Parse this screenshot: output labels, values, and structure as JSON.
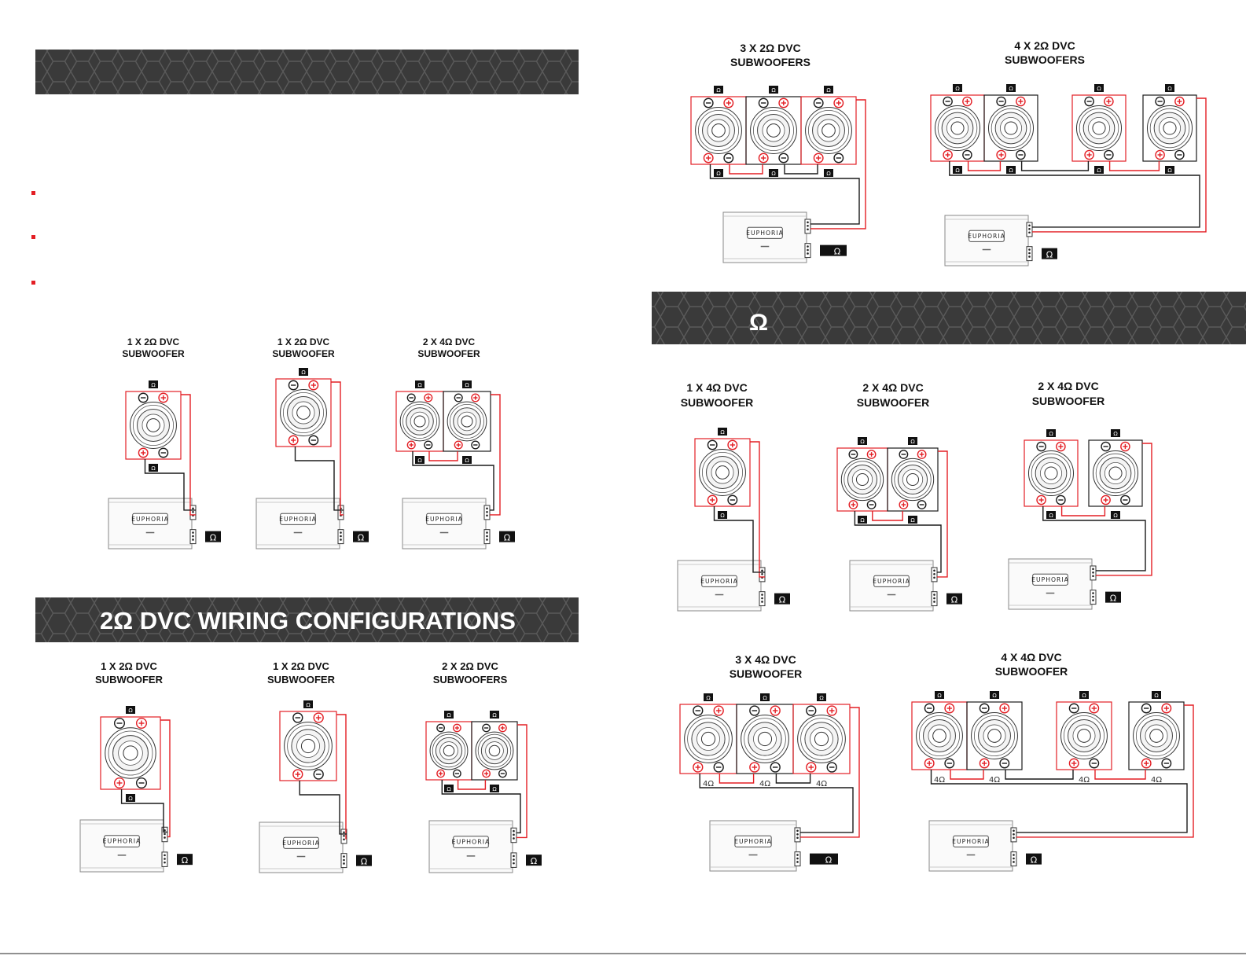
{
  "colors": {
    "accent_red": "#e31e24",
    "wire_black": "#1a1a1a",
    "banner_bg": "#3a3a3a",
    "hex_line": "#5a5a5a",
    "tag_bg": "#111111"
  },
  "page": {
    "banner_top": {
      "title": ""
    },
    "banner_left_bottom": {
      "title": "2Ω DVC WIRING CONFIGURATIONS"
    },
    "banner_right_mid": {
      "title": "Ω"
    },
    "bullets": [
      "",
      "",
      ""
    ]
  },
  "brand_label": "EUPHORIA",
  "ohm_symbol": "Ω",
  "coil_label": "4Ω",
  "configs": [
    {
      "id": "l1",
      "title": [
        "1 X 2Ω DVC",
        "SUBWOOFER"
      ]
    },
    {
      "id": "l2",
      "title": [
        "1 X 2Ω DVC",
        "SUBWOOFER"
      ]
    },
    {
      "id": "l3",
      "title": [
        "2 X 4Ω DVC",
        "SUBWOOFER"
      ]
    },
    {
      "id": "l4",
      "title": [
        "1 X 2Ω DVC",
        "SUBWOOFER"
      ]
    },
    {
      "id": "l5",
      "title": [
        "1 X 2Ω DVC",
        "SUBWOOFER"
      ]
    },
    {
      "id": "l6",
      "title": [
        "2 X 2Ω DVC",
        "SUBWOOFERS"
      ]
    },
    {
      "id": "r1",
      "title": [
        "3 X 2Ω DVC",
        "SUBWOOFERS"
      ]
    },
    {
      "id": "r2",
      "title": [
        "4 X 2Ω DVC",
        "SUBWOOFERS"
      ]
    },
    {
      "id": "r3",
      "title": [
        "1 X 4Ω DVC",
        "SUBWOOFER"
      ]
    },
    {
      "id": "r4",
      "title": [
        "2 X 4Ω DVC",
        "SUBWOOFER"
      ]
    },
    {
      "id": "r5",
      "title": [
        "2 X 4Ω DVC",
        "SUBWOOFER"
      ]
    },
    {
      "id": "r6",
      "title": [
        "3 X 4Ω DVC",
        "SUBWOOFER"
      ]
    },
    {
      "id": "r7",
      "title": [
        "4 X 4Ω DVC",
        "SUBWOOFER"
      ]
    }
  ]
}
